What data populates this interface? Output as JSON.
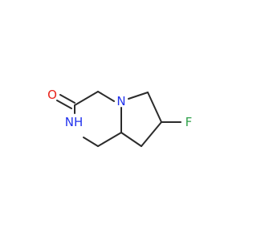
{
  "molecule": {
    "atoms": [
      {
        "id": "O",
        "label": "O",
        "color": "#e8231b"
      },
      {
        "id": "N1",
        "label": "N",
        "color": "#2233ee"
      },
      {
        "id": "N2",
        "label": "NH",
        "color": "#2233ee"
      },
      {
        "id": "F",
        "label": "F",
        "color": "#2fa14a"
      }
    ],
    "bond_color": "#2b2b2b",
    "background": "#ffffff"
  }
}
